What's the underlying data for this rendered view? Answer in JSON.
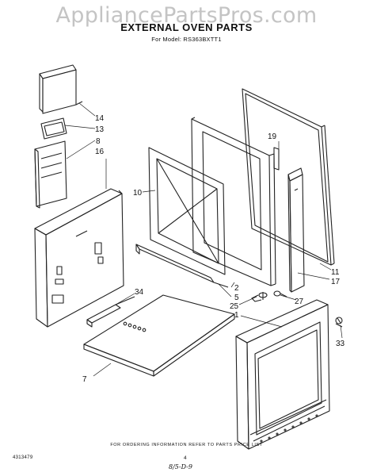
{
  "watermark": "AppliancePartsPros.com",
  "title": "EXTERNAL OVEN PARTS",
  "subtitle": "For Model: RS363BXTT1",
  "callouts": [
    "14",
    "13",
    "8",
    "16",
    "10",
    "19",
    "2",
    "5",
    "25",
    "27",
    "1",
    "11",
    "17",
    "34",
    "7",
    "33"
  ],
  "footer_note": "FOR ORDERING INFORMATION REFER TO PARTS PRICE LIST",
  "doc_number": "4313479",
  "page_number": "4",
  "date_note": "8/5-D-9"
}
